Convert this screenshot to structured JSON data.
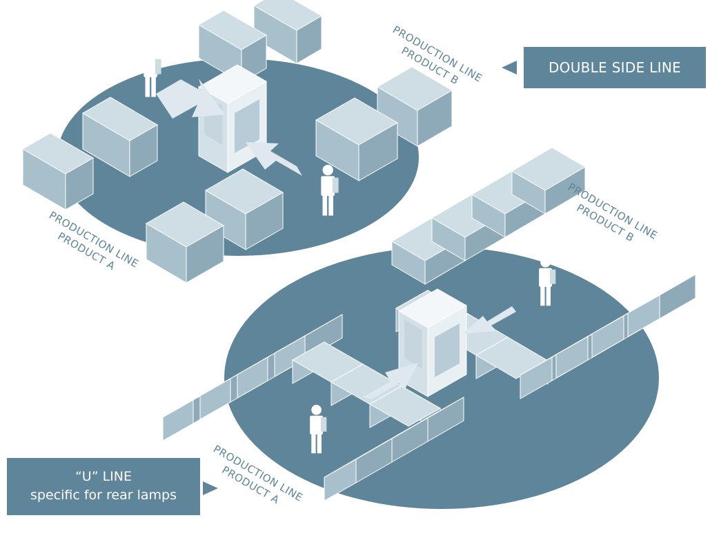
{
  "callouts": {
    "double_side": "DOUBLE SIDE LINE",
    "u_line_title": "“U” LINE",
    "u_line_subtitle": "specific for rear lamps"
  },
  "labels": {
    "production_line": "PRODUCTION LINE",
    "product_a": "PRODUCT A",
    "product_b": "PRODUCT B"
  },
  "colors": {
    "ellipse": "#5e8599",
    "box_top": "#cfdde5",
    "box_left": "#a8bfcc",
    "box_right": "#8ea9b8",
    "frame": "#f3f7fa",
    "arrow": "#dfe8ee",
    "text": "#5e8599"
  }
}
